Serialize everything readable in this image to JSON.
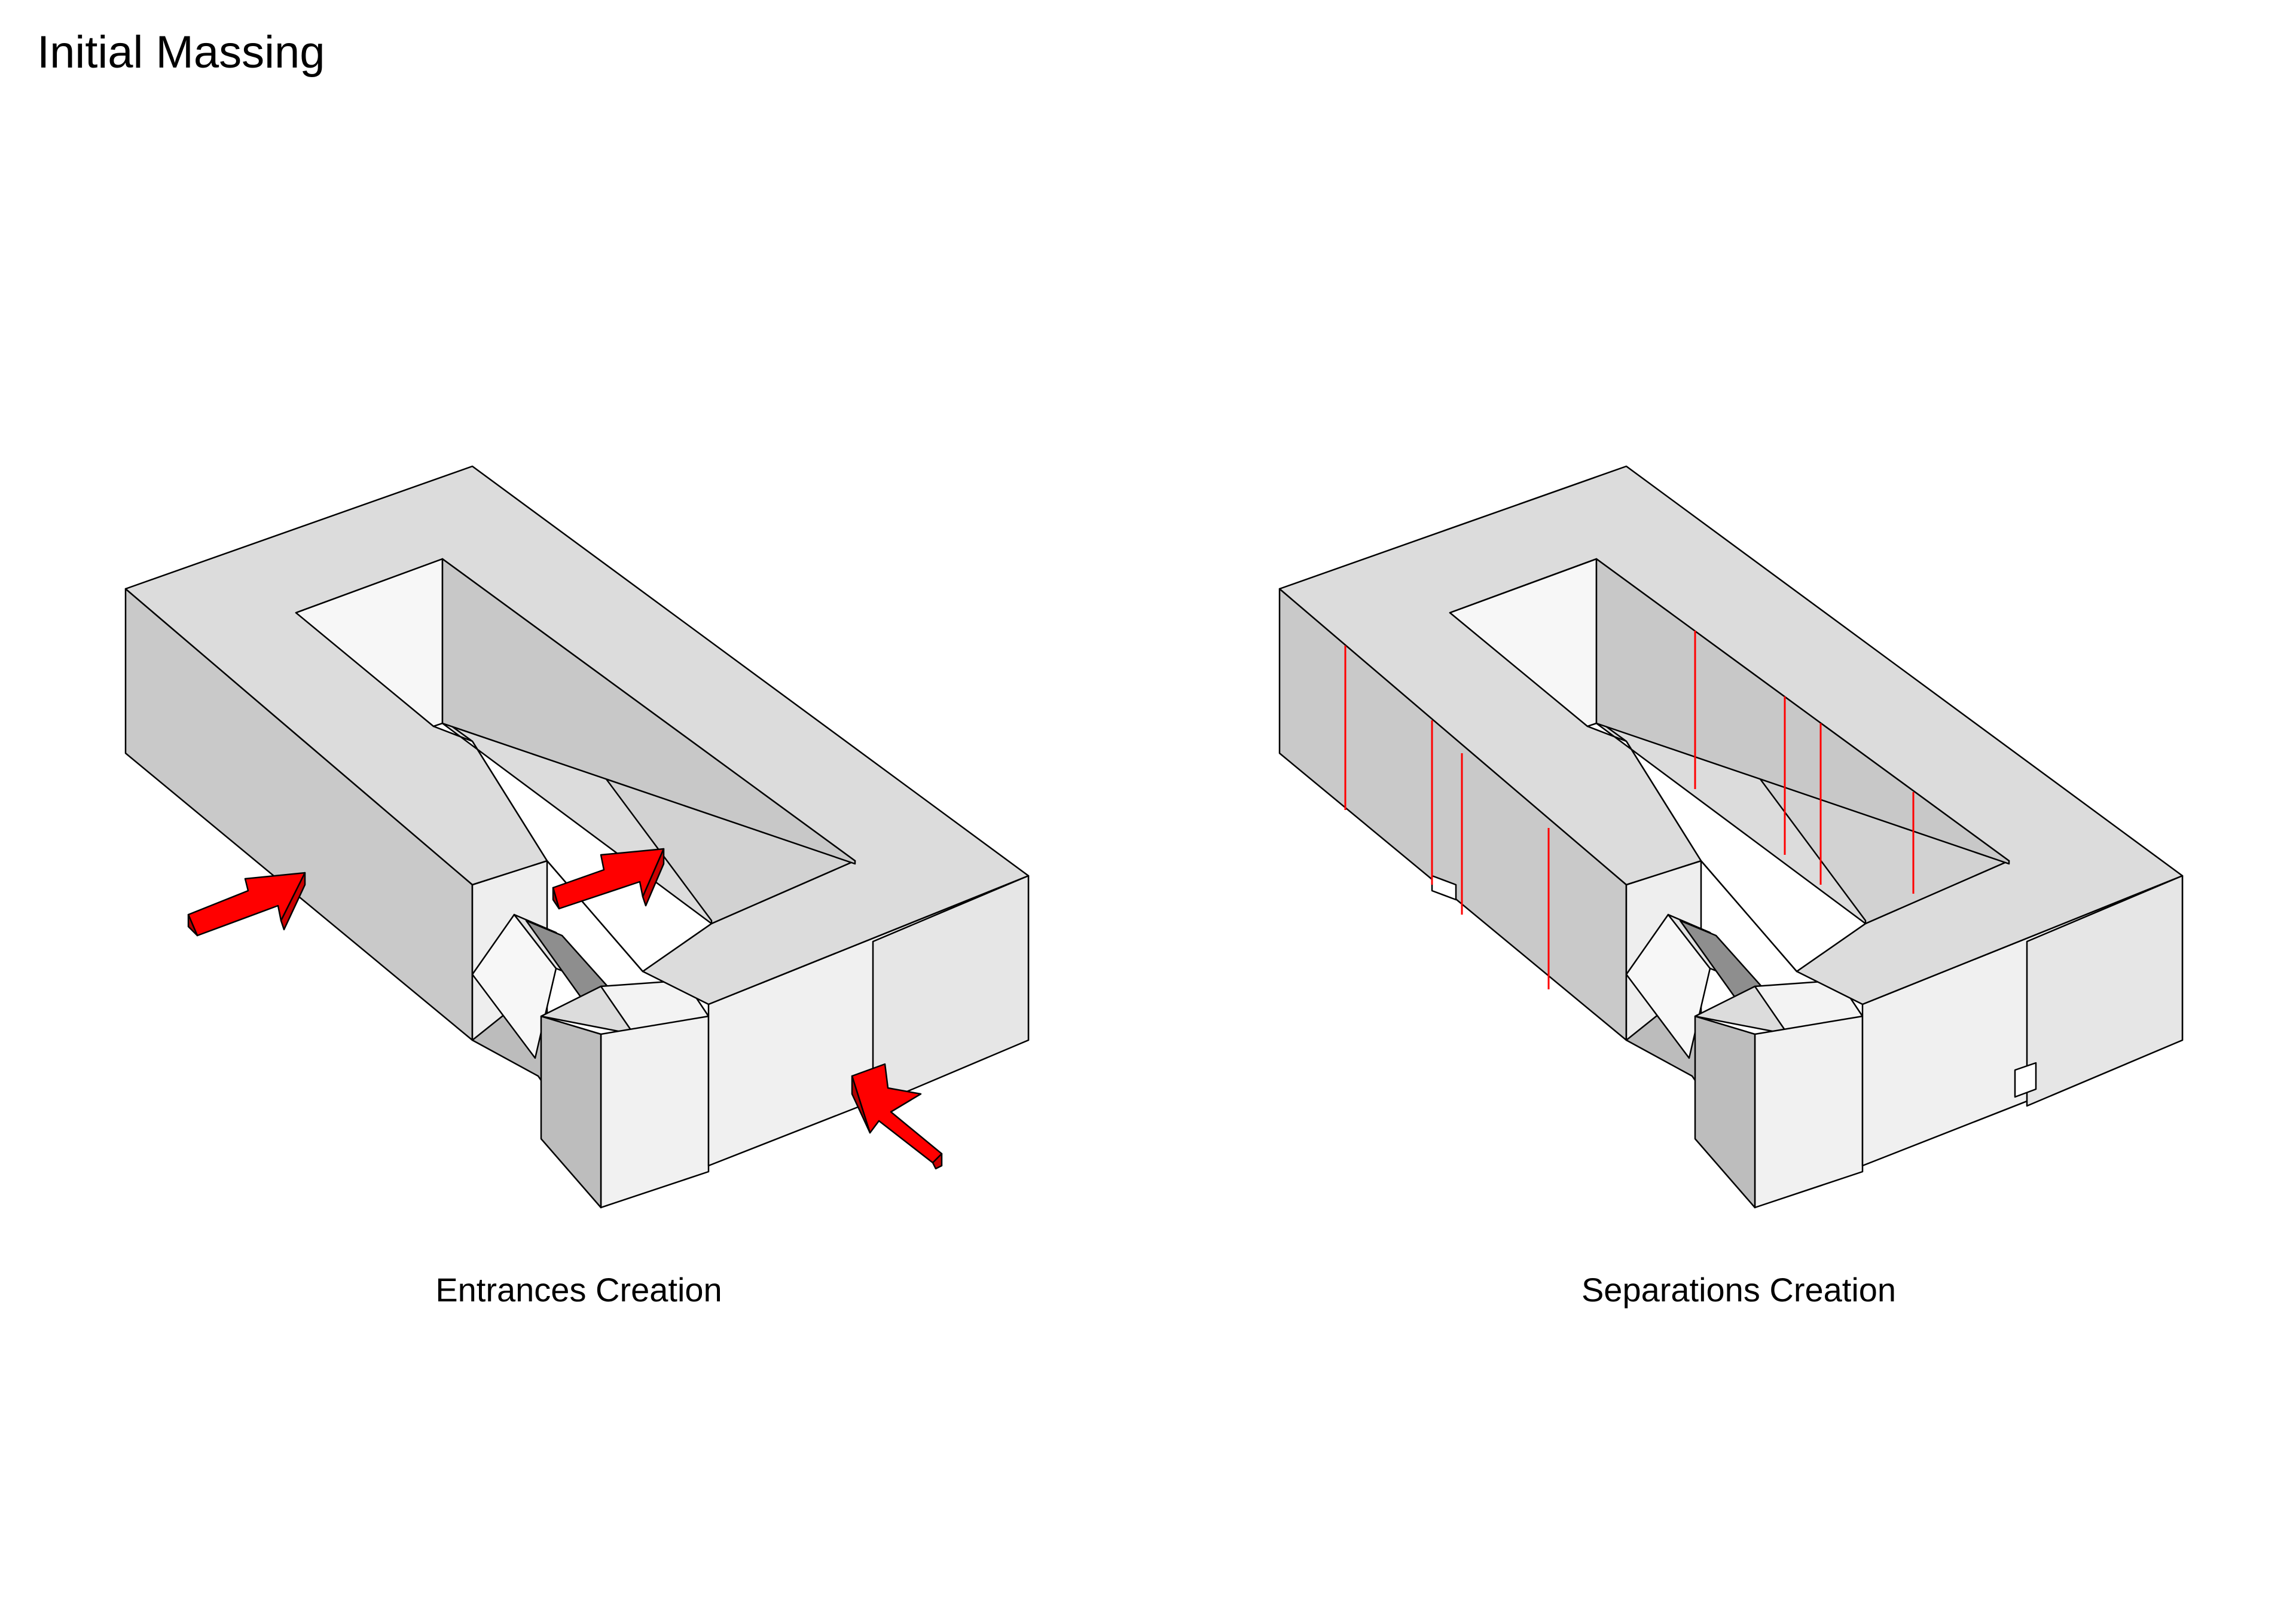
{
  "title": "Initial Massing",
  "diagrams": [
    {
      "caption": "Entrances Creation",
      "markers": "arrows"
    },
    {
      "caption": "Separations Creation",
      "markers": "separation lines"
    }
  ],
  "colors": {
    "background": "#ffffff",
    "top_face": "#dcdcdc",
    "outer_wall": "#c8c8c8",
    "inner_wall": "#d0d0d0",
    "light_wall": "#eeeeee",
    "shadow_wall": "#bdbdbd",
    "accent_red": "#ff0000",
    "edge": "#000000"
  }
}
